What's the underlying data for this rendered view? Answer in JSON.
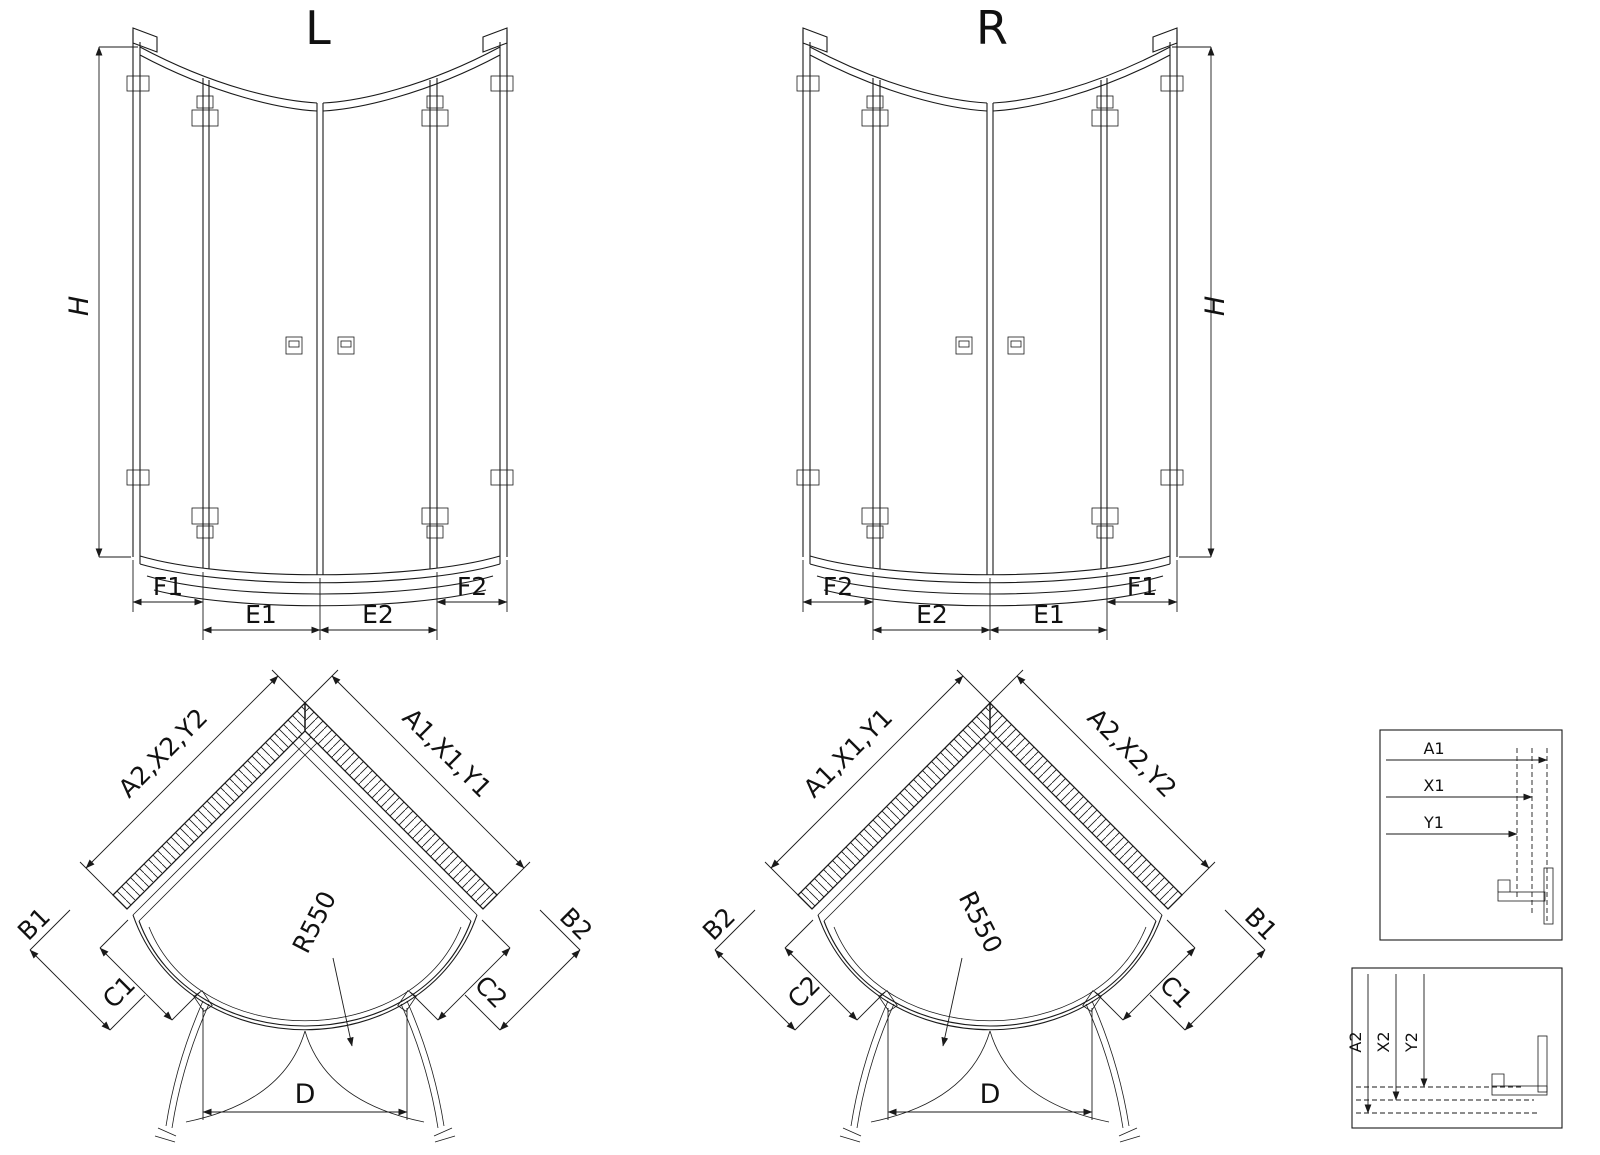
{
  "front_left": {
    "title": "L",
    "height_label": "H",
    "bottom_dims": {
      "f1": "F1",
      "e1": "E1",
      "e2": "E2",
      "f2": "F2"
    }
  },
  "front_right": {
    "title": "R",
    "height_label": "H",
    "bottom_dims": {
      "f1": "F1",
      "e1": "E1",
      "e2": "E2",
      "f2": "F2"
    }
  },
  "plan_left": {
    "wall_dim_left": "A2,X2,Y2",
    "wall_dim_right": "A1,X1,Y1",
    "side_dim_left": "B1",
    "side_dim_right": "B2",
    "panel_dim_left": "C1",
    "panel_dim_right": "C2",
    "radius_label": "R550",
    "opening_label": "D"
  },
  "plan_right": {
    "wall_dim_left": "A1,X1,Y1",
    "wall_dim_right": "A2,X2,Y2",
    "side_dim_left": "B2",
    "side_dim_right": "B1",
    "panel_dim_left": "C2",
    "panel_dim_right": "C1",
    "radius_label": "R550",
    "opening_label": "D"
  },
  "detail_top": {
    "dims": [
      "A1",
      "X1",
      "Y1"
    ]
  },
  "detail_bottom": {
    "dims": [
      "A2",
      "X2",
      "Y2"
    ]
  },
  "drawing": {
    "line_color": "#1a1a1a",
    "background": "#ffffff"
  }
}
